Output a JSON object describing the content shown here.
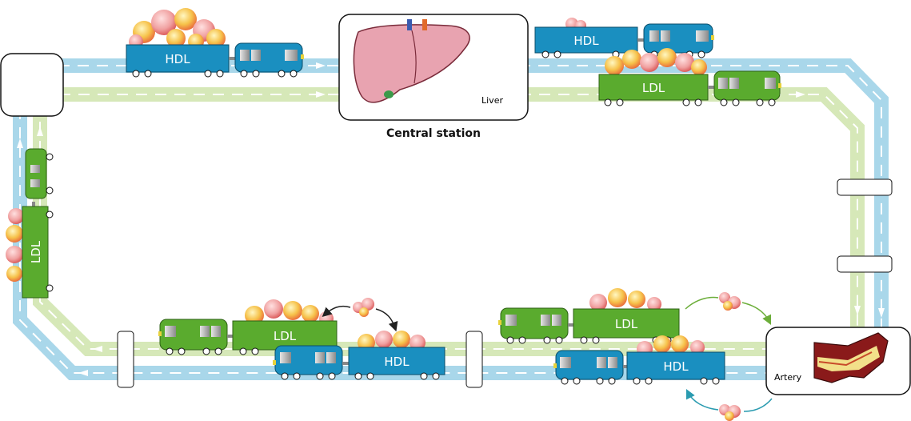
{
  "stations": {
    "central_label": "Central station",
    "liver_label": "Liver",
    "artery_label": "Artery"
  },
  "trains": {
    "hdl_label": "HDL",
    "ldl_label": "LDL"
  },
  "colors": {
    "hdl_track": "#a9d7ea",
    "ldl_track": "#d6e8b8",
    "hdl_car": "#1a8fc0",
    "ldl_car": "#5aab2e",
    "liver": "#e8a3b0",
    "arrow_black": "#222222",
    "arrow_green": "#6cae3a",
    "arrow_blue": "#2a9bb0"
  }
}
